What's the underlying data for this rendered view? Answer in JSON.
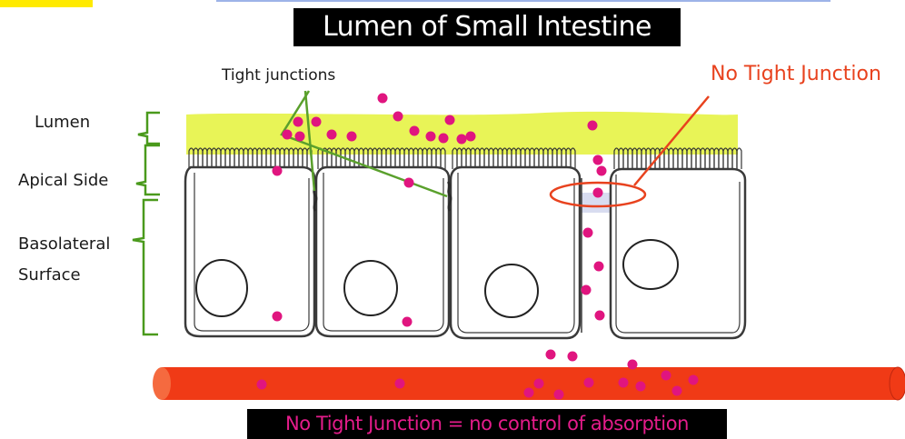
{
  "title": "Lumen of Small Intestine",
  "labels": {
    "lumen": "Lumen",
    "apical_side": "Apical Side",
    "basolateral_line1": "Basolateral",
    "basolateral_line2": "Surface",
    "tight_junctions": "Tight junctions",
    "no_tight_junction": "No Tight Junction"
  },
  "caption": "No Tight Junction = no control of absorption",
  "colors": {
    "title_bg": "#000000",
    "title_text": "#ffffff",
    "caption_text": "#e51c8b",
    "lumen_band": "#e4f23a",
    "apical_band": "#d8dcf0",
    "particle": "#e0157f",
    "blood_vessel": "#f03a16",
    "bracket": "#4a9a1c",
    "pointer_green": "#5aa02c",
    "no_tj_red": "#e8421e"
  },
  "icons": [
    "epithelial-cell",
    "cell-nucleus",
    "microvilli",
    "blood-vessel",
    "absorbed-particle",
    "tight-junction"
  ]
}
